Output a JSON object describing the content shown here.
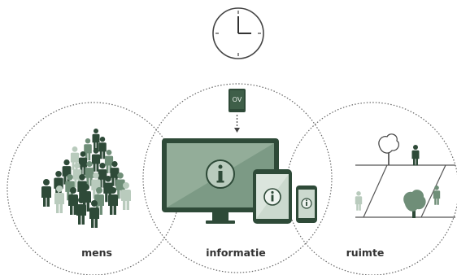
{
  "labels": {
    "mens": "mens",
    "informatie": "informatie",
    "ruimte": "ruimte",
    "book": "OV"
  },
  "colors": {
    "dark": "#2e4a38",
    "mid": "#6f8e78",
    "light": "#b9cbbd",
    "pale": "#d7e2d9",
    "outline": "#555555"
  },
  "icons": [
    "clock-icon",
    "book-icon",
    "arrow-down-icon",
    "monitor-icon",
    "tablet-icon",
    "phone-icon",
    "crowd-icon",
    "tree-icon",
    "person-icon"
  ]
}
